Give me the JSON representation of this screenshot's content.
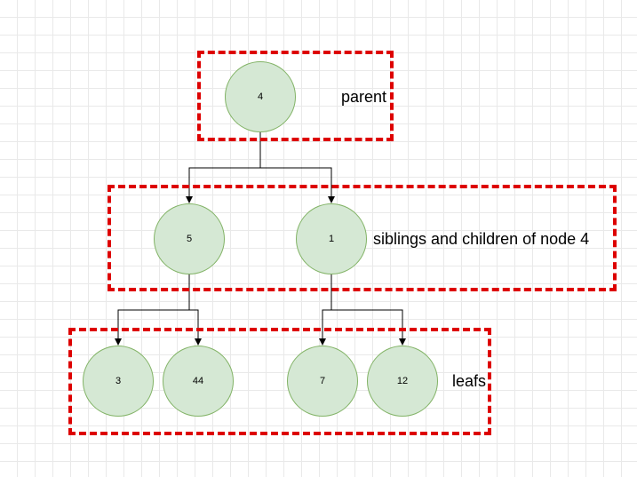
{
  "diagram": {
    "nodes": [
      {
        "id": "n4",
        "label": "4"
      },
      {
        "id": "n5",
        "label": "5"
      },
      {
        "id": "n1",
        "label": "1"
      },
      {
        "id": "n3",
        "label": "3"
      },
      {
        "id": "n44",
        "label": "44"
      },
      {
        "id": "n7",
        "label": "7"
      },
      {
        "id": "n12",
        "label": "12"
      }
    ],
    "edges": [
      {
        "from": "n4",
        "to": "n5"
      },
      {
        "from": "n4",
        "to": "n1"
      },
      {
        "from": "n5",
        "to": "n3"
      },
      {
        "from": "n5",
        "to": "n44"
      },
      {
        "from": "n1",
        "to": "n7"
      },
      {
        "from": "n1",
        "to": "n12"
      }
    ],
    "groups": {
      "parent": {
        "label": "parent"
      },
      "children": {
        "label": "siblings and children of node 4"
      },
      "leafs": {
        "label": "leafs"
      }
    },
    "colors": {
      "node_fill": "#d5e8d4",
      "node_stroke": "#82b366",
      "group_border": "#dd0000",
      "edge": "#000000"
    }
  }
}
